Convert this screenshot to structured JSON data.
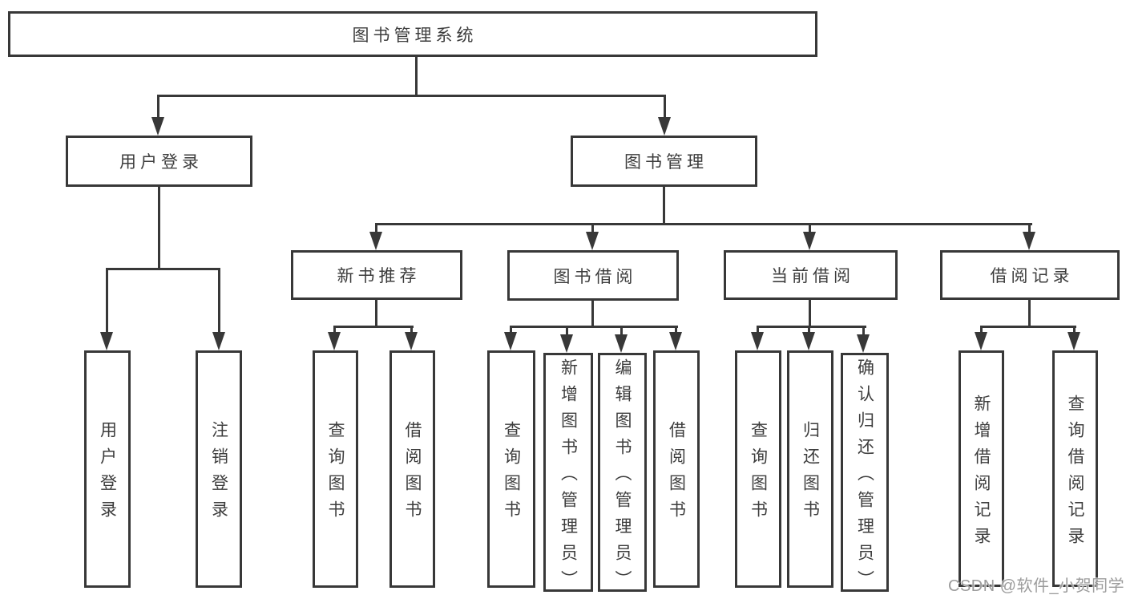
{
  "diagram": {
    "type": "tree",
    "title": "图书管理系统",
    "colors": {
      "line": "#383838",
      "text": "#3d3d3d",
      "background": "#ffffff",
      "watermark": "#9c9c9c"
    },
    "tree": {
      "label": "图书管理系统",
      "children": [
        {
          "label": "用户登录",
          "children": [
            {
              "label": "用户登录"
            },
            {
              "label": "注销登录"
            }
          ]
        },
        {
          "label": "图书管理",
          "children": [
            {
              "label": "新书推荐",
              "children": [
                {
                  "label": "查询图书"
                },
                {
                  "label": "借阅图书"
                }
              ]
            },
            {
              "label": "图书借阅",
              "children": [
                {
                  "label": "查询图书"
                },
                {
                  "label": "新增图书（管理员）"
                },
                {
                  "label": "编辑图书（管理员）"
                },
                {
                  "label": "借阅图书"
                }
              ]
            },
            {
              "label": "当前借阅",
              "children": [
                {
                  "label": "查询图书"
                },
                {
                  "label": "归还图书"
                },
                {
                  "label": "确认归还（管理员）"
                }
              ]
            },
            {
              "label": "借阅记录",
              "children": [
                {
                  "label": "新增借阅记录"
                },
                {
                  "label": "查询借阅记录"
                }
              ]
            }
          ]
        }
      ]
    },
    "watermark": {
      "text": "CSDN @软件_小贺同学"
    }
  }
}
